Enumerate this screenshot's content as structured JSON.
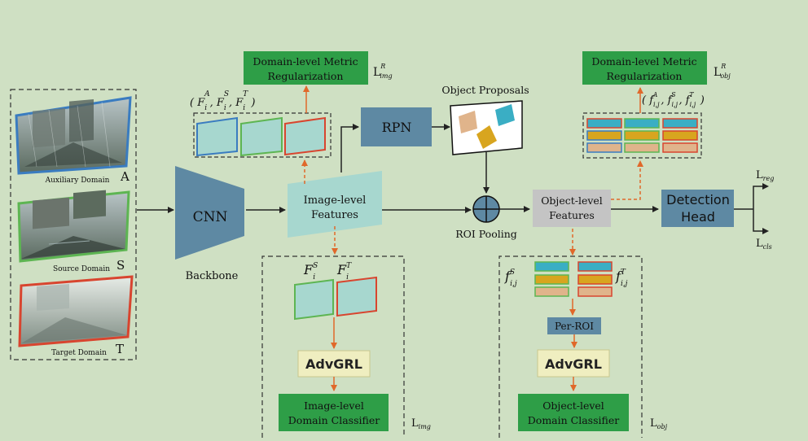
{
  "colors": {
    "background": "#cfe0c3",
    "green_box": "#2e9e47",
    "blue_gray_box": "#5e89a3",
    "teal_box": "#a7d7cf",
    "orange_arrow": "#e0682a",
    "advgrl_box": "#efeec0",
    "auxiliary_border": "#3a7cc0",
    "source_border": "#5db552",
    "target_border": "#d8452f"
  },
  "domains": {
    "auxiliary": {
      "caption": "Auxiliary Domain",
      "letter": "A"
    },
    "source": {
      "caption": "Source Domain",
      "letter": "S"
    },
    "target": {
      "caption": "Target Domain",
      "letter": "T"
    }
  },
  "backbone": {
    "cnn": "CNN",
    "label": "Backbone"
  },
  "image_level": {
    "metric_line1": "Domain-level Metric",
    "metric_line2": "Regularization",
    "loss_main": "L",
    "loss_sup": "R",
    "loss_sub": "img",
    "feature_set": "( F_i^A, F_i^S, F_i^T )",
    "features_line1": "Image-level",
    "features_line2": "Features",
    "fs": "F_i^S",
    "ft": "F_i^T",
    "advgrl": "AdvGRL",
    "classifier_line1": "Image-level",
    "classifier_line2": "Domain Classifier",
    "adv_loss_main": "L",
    "adv_loss_sub": "img"
  },
  "rpn": "RPN",
  "object_proposals": "Object Proposals",
  "roi_pooling": "ROI Pooling",
  "object_level": {
    "metric_line1": "Domain-level Metric",
    "metric_line2": "Regularization",
    "loss_main": "L",
    "loss_sup": "R",
    "loss_sub": "obj",
    "feature_set": "( f_{i,j}^A, f_{i,j}^S, f_{i,j}^T )",
    "features_line1": "Object-level",
    "features_line2": "Features",
    "fs": "f_{i,j}^S",
    "ft": "f_{i,j}^T",
    "per_roi": "Per-ROI",
    "advgrl": "AdvGRL",
    "classifier_line1": "Object-level",
    "classifier_line2": "Domain Classifier",
    "adv_loss_main": "L",
    "adv_loss_sub": "obj"
  },
  "detection": {
    "line1": "Detection",
    "line2": "Head",
    "reg_main": "L",
    "reg_sub": "reg",
    "cls_main": "L",
    "cls_sub": "cls"
  }
}
